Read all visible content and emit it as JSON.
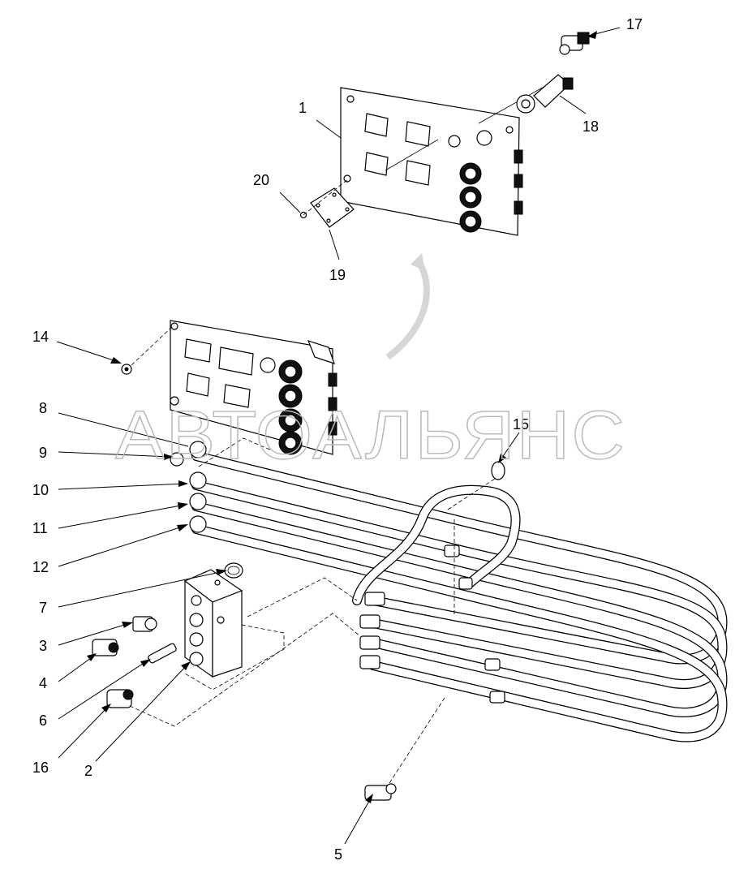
{
  "watermark": "АВТОАЛЬЯНС",
  "callouts": {
    "c1": "1",
    "c2": "2",
    "c3": "3",
    "c4": "4",
    "c5": "5",
    "c6": "6",
    "c7": "7",
    "c8": "8",
    "c9": "9",
    "c10": "10",
    "c11": "11",
    "c12": "12",
    "c14": "14",
    "c15": "15",
    "c16": "16",
    "c17": "17",
    "c18": "18",
    "c19": "19",
    "c20": "20"
  },
  "colors": {
    "line": "#000000",
    "watermark": "#b9b9b9",
    "background": "#ffffff"
  }
}
